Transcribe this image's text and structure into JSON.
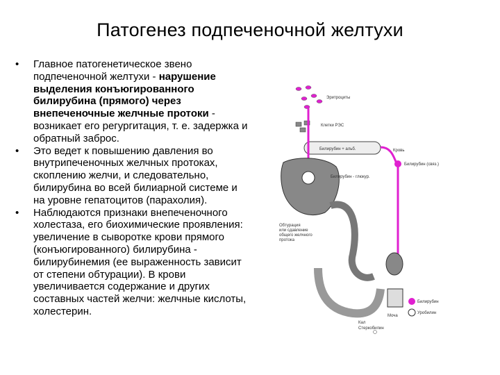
{
  "slide": {
    "title": "Патогенез подпеченочной желтухи",
    "bullets": [
      {
        "mark": "•",
        "plain_before": "Главное патогенетическое звено подпеченочной желтухи - ",
        "bold": "нарушение выделения конъюгированного билирубина (прямого) через внепеченочные желчные протоки",
        "plain_after": " - возникает его регургитация, т. е. задержка и обратный заброс."
      },
      {
        "mark": "•",
        "text": "Это ведет к повышению давления во внутрипеченочных желчных протоках, скоплению желчи, и следовательно, билирубина во всей билиарной системе и на уровне гепатоцитов (парахолия)."
      },
      {
        "mark": "•",
        "text": "Наблюдаются признаки внепеченочного холестаза, его биохимические проявления: увеличение в сыворотке крови прямого (конъюгированного) билирубина - билирубинемия (ее выраженность зависит от степени обтурации). В крови увеличивается содержание и других составных частей желчи: желчные кислоты, холестерин."
      }
    ]
  },
  "figure": {
    "labels": {
      "erythrocytes": "Эритроциты",
      "reticulo": "Клетки РЭС",
      "bilirubin_free": "Билирубин + альб.",
      "blood": "Кровь",
      "bilirubin_serum": "Билирубин (связ.)",
      "bilirubin_glucuronide": "Билирубин - глюкур.",
      "obstruction": "Обтурация или сдавление общего желчного протока",
      "feces": "Кал",
      "stercobilin": "Стеркобилин",
      "urine": "Моча",
      "legend_bilirubin": "Билирубин",
      "legend_urobilin": "Уробилин"
    },
    "colors": {
      "pathway": "#e020d0",
      "organ_dark": "#555555",
      "organ_light": "#bbbbbb"
    }
  }
}
